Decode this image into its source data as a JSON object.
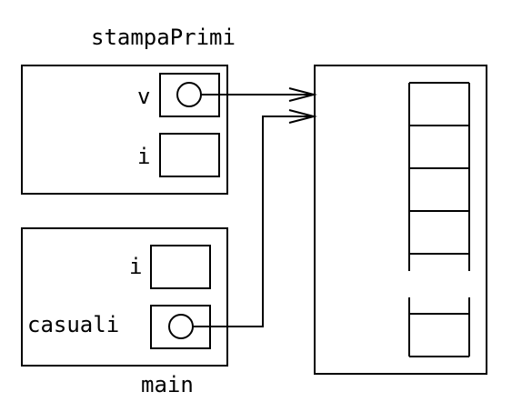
{
  "frames": {
    "top": {
      "name": "stampaPrimi",
      "vars": [
        "v",
        "i"
      ]
    },
    "bottom": {
      "name": "main",
      "vars": [
        "i",
        "casuali"
      ]
    }
  },
  "array": {
    "cells_top_group": 5,
    "cells_bottom_group": 2
  }
}
